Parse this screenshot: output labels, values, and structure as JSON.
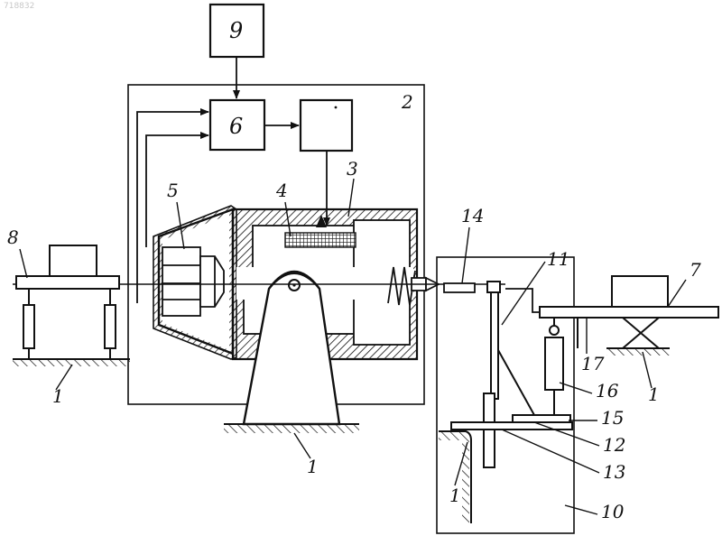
{
  "watermark": "718832",
  "diagram": {
    "blocks": {
      "b9": "9",
      "b6": "6"
    },
    "labels": {
      "n1_left": "1",
      "n1_center": "1",
      "n1_bottom": "1",
      "n1_right": "1",
      "n2": "2",
      "n3": "3",
      "n4": "4",
      "n5": "5",
      "n7": "7",
      "n8": "8",
      "n10": "10",
      "n11": "11",
      "n12": "12",
      "n13": "13",
      "n14": "14",
      "n15": "15",
      "n16": "16",
      "n17": "17"
    }
  }
}
